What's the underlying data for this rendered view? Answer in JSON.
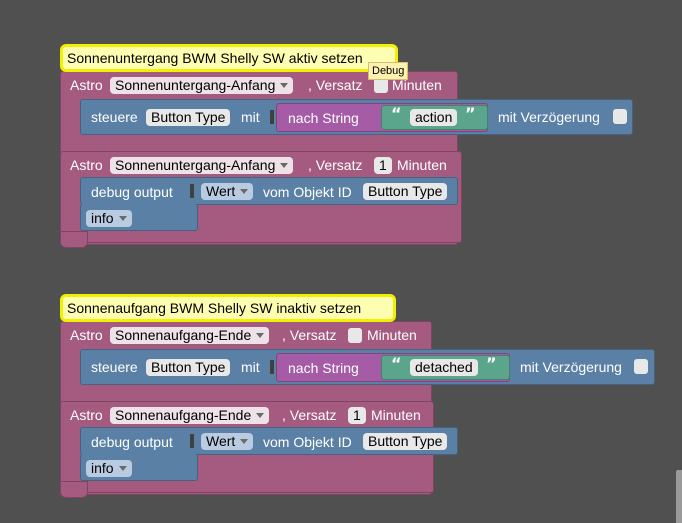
{
  "blocks": [
    {
      "comment": "Sonnenuntergang BWM Shelly SW aktiv setzen",
      "astro1": {
        "label": "Astro",
        "dropdown": "Sonnenuntergang-Anfang",
        "versatz_label": ", Versatz",
        "offset": "",
        "unit": "Minuten"
      },
      "control": {
        "label": "steuere",
        "target": "Button Type",
        "with_label": "mit",
        "tostring_label": "nach String",
        "value": "action",
        "delay_label": "mit Verzögerung"
      },
      "astro2": {
        "label": "Astro",
        "dropdown": "Sonnenuntergang-Anfang",
        "versatz_label": ", Versatz",
        "offset": "1",
        "unit": "Minuten"
      },
      "debug": {
        "label": "debug output",
        "value_dropdown": "Wert",
        "from_label": "vom Objekt ID",
        "object": "Button Type",
        "level": "info"
      }
    },
    {
      "comment": "Sonnenaufgang BWM Shelly SW inaktiv setzen",
      "astro1": {
        "label": "Astro",
        "dropdown": "Sonnenaufgang-Ende",
        "versatz_label": ", Versatz",
        "offset": "",
        "unit": "Minuten"
      },
      "control": {
        "label": "steuere",
        "target": "Button Type",
        "with_label": "mit",
        "tostring_label": "nach String",
        "value": "detached",
        "delay_label": "mit Verzögerung"
      },
      "astro2": {
        "label": "Astro",
        "dropdown": "Sonnenaufgang-Ende",
        "versatz_label": ", Versatz",
        "offset": "1",
        "unit": "Minuten"
      },
      "debug": {
        "label": "debug output",
        "value_dropdown": "Wert",
        "from_label": "vom Objekt ID",
        "object": "Button Type",
        "level": "info"
      }
    }
  ],
  "tooltip": "Debug",
  "quote_open": "“",
  "quote_close": "”"
}
